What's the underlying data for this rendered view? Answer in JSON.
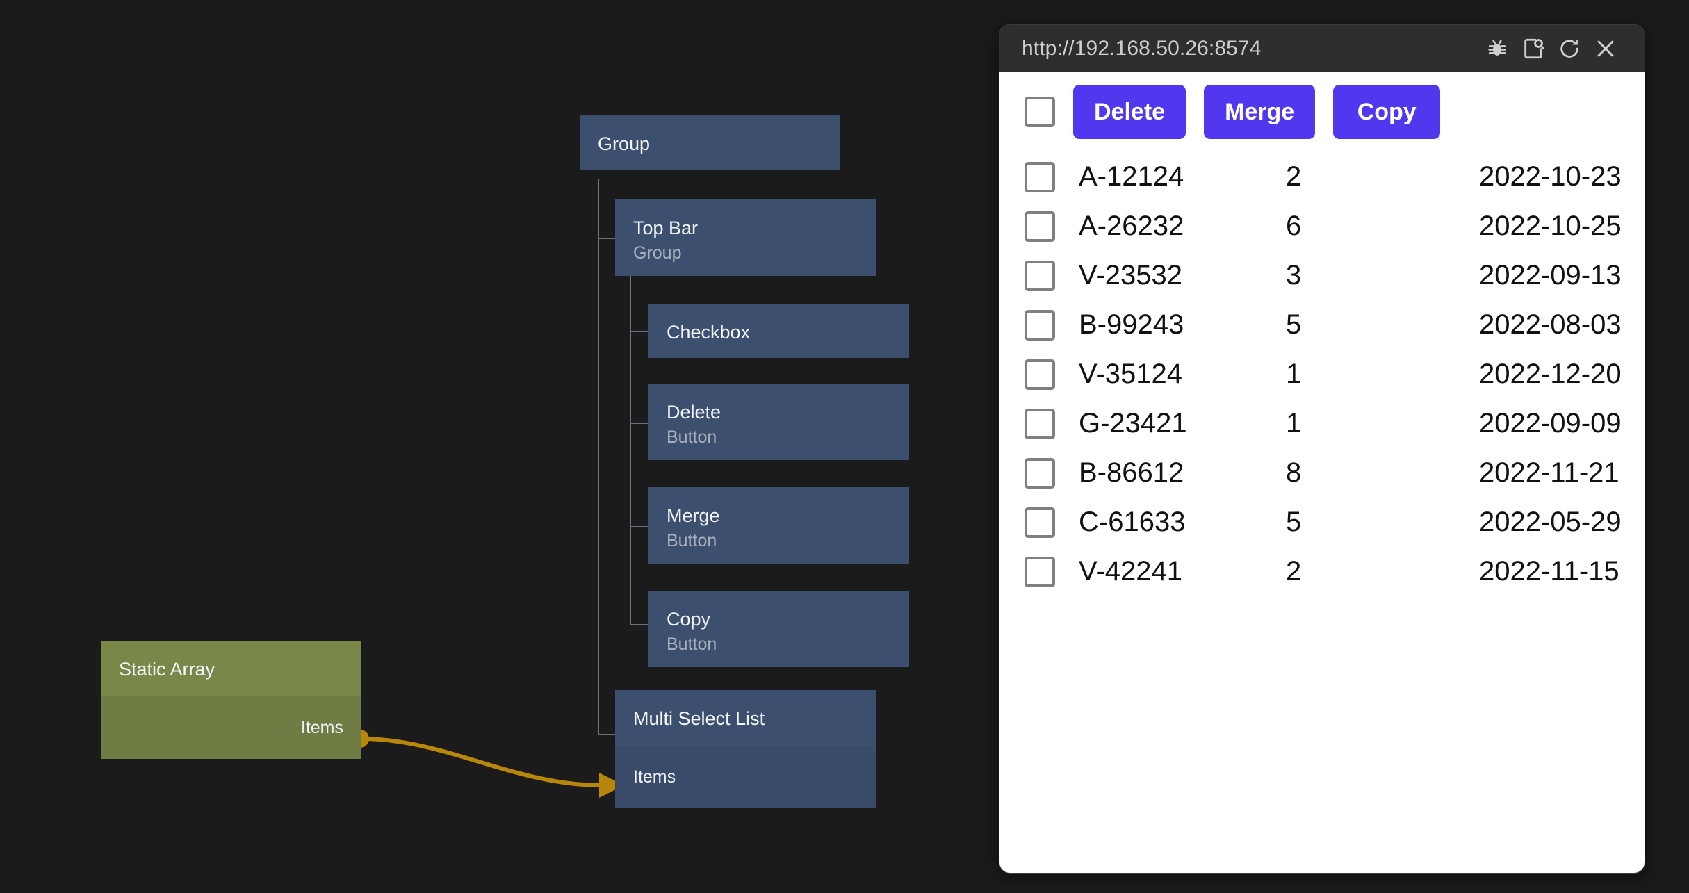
{
  "browser": {
    "url": "http://192.168.50.26:8574",
    "controls": [
      {
        "name": "debug-icon",
        "icon": "bug"
      },
      {
        "name": "inspect-icon",
        "icon": "page-search"
      },
      {
        "name": "reload-icon",
        "icon": "refresh"
      },
      {
        "name": "close-icon",
        "icon": "close"
      }
    ]
  },
  "app": {
    "toolbar": {
      "select_all_checked": false,
      "buttons": [
        "Delete",
        "Merge",
        "Copy"
      ]
    },
    "table": {
      "rows": [
        {
          "id": "A-12124",
          "qty": "2",
          "date": "2022-10-23",
          "checked": false
        },
        {
          "id": "A-26232",
          "qty": "6",
          "date": "2022-10-25",
          "checked": false
        },
        {
          "id": "V-23532",
          "qty": "3",
          "date": "2022-09-13",
          "checked": false
        },
        {
          "id": "B-99243",
          "qty": "5",
          "date": "2022-08-03",
          "checked": false
        },
        {
          "id": "V-35124",
          "qty": "1",
          "date": "2022-12-20",
          "checked": false
        },
        {
          "id": "G-23421",
          "qty": "1",
          "date": "2022-09-09",
          "checked": false
        },
        {
          "id": "B-86612",
          "qty": "8",
          "date": "2022-11-21",
          "checked": false
        },
        {
          "id": "C-61633",
          "qty": "5",
          "date": "2022-05-29",
          "checked": false
        },
        {
          "id": "V-42241",
          "qty": "2",
          "date": "2022-11-15",
          "checked": false
        }
      ]
    }
  },
  "editor": {
    "nodes": {
      "group": {
        "title": "Group",
        "subtitle": ""
      },
      "top_bar": {
        "title": "Top Bar",
        "subtitle": "Group"
      },
      "checkbox": {
        "title": "Checkbox",
        "subtitle": ""
      },
      "delete": {
        "title": "Delete",
        "subtitle": "Button"
      },
      "merge": {
        "title": "Merge",
        "subtitle": "Button"
      },
      "copy": {
        "title": "Copy",
        "subtitle": "Button"
      },
      "multi_list": {
        "title": "Multi Select List",
        "port": "Items"
      },
      "static_array": {
        "title": "Static Array",
        "port": "Items"
      }
    }
  },
  "colors": {
    "canvas_bg": "#1b1b1b",
    "node_blue": "#3d4f6e",
    "node_green": "#798849",
    "wire": "#b8860b",
    "accent_purple": "#5138ef",
    "chrome_bg": "#2e2e2e"
  }
}
